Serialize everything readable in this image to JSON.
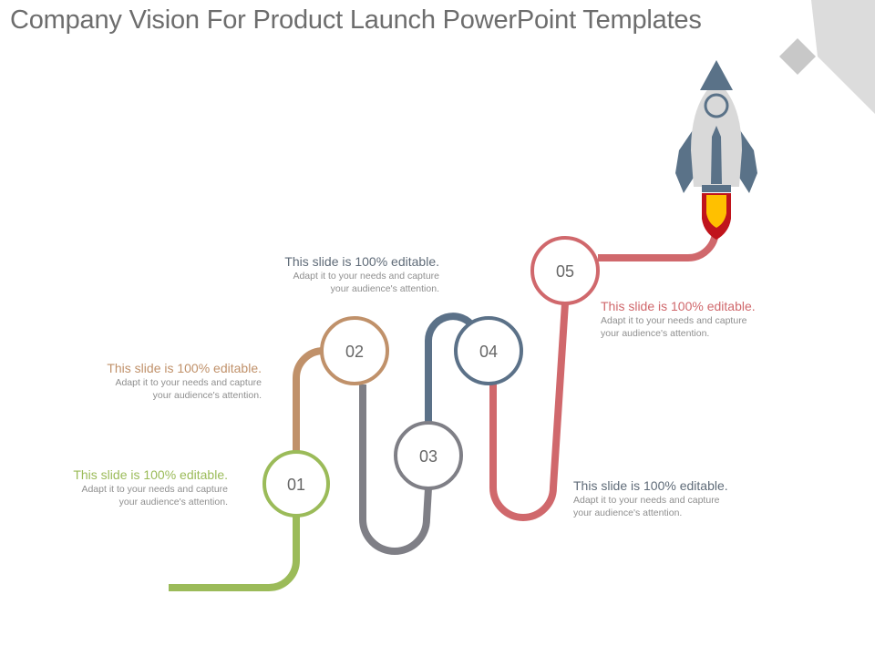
{
  "title": "Company Vision For Product Launch PowerPoint Templates",
  "colors": {
    "step1": "#9bbb59",
    "step2": "#c0916a",
    "step3": "#7f7f86",
    "step4": "#5b7188",
    "step5": "#d0686c",
    "rocket_body": "#d9d9d9",
    "rocket_fins": "#5a7288",
    "flame_outer": "#c0141c",
    "flame_inner": "#ffc000",
    "corner_decor": "#dcdcdc"
  },
  "steps": [
    {
      "number": "01",
      "heading": "This slide is 100% editable.",
      "line1": "Adapt it to your needs and capture",
      "line2": "your audience's attention."
    },
    {
      "number": "02",
      "heading": "This slide is 100% editable.",
      "line1": "Adapt it to your needs and capture",
      "line2": "your audience's attention."
    },
    {
      "number": "03",
      "heading": "This slide is 100% editable.",
      "line1": "Adapt it to your needs and capture",
      "line2": "your audience's attention."
    },
    {
      "number": "04",
      "heading": "This slide is 100% editable.",
      "line1": "Adapt it to your needs and capture",
      "line2": "your audience's attention."
    },
    {
      "number": "05",
      "heading": "This slide is 100% editable.",
      "line1": "Adapt it to your needs and capture",
      "line2": "your audience's attention."
    }
  ],
  "icons": {
    "rocket": "rocket-icon",
    "corner": "diamond-decoration"
  }
}
